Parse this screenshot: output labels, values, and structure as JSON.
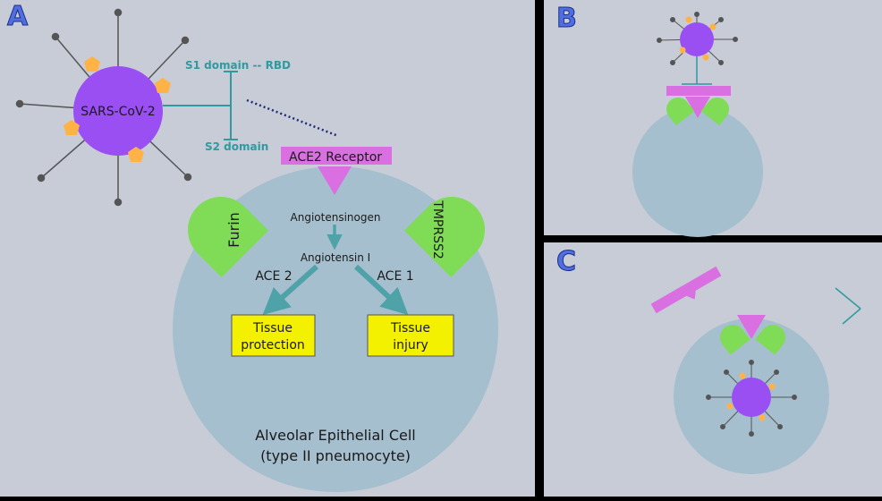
{
  "panels": {
    "a": {
      "letter": "A"
    },
    "b": {
      "letter": "B"
    },
    "c": {
      "letter": "C"
    }
  },
  "virus": {
    "label": "SARS-CoV-2"
  },
  "spike": {
    "s1_label": "S1 domain -- RBD",
    "s2_label": "S2 domain"
  },
  "receptor": {
    "label": "ACE2 Receptor"
  },
  "proteases": {
    "left": "Furin",
    "right": "TMPRSS2"
  },
  "pathway": {
    "angiotensinogen": "Angiotensinogen",
    "angiotensin1": "Angiotensin I",
    "ace2": "ACE 2",
    "ace1": "ACE 1",
    "protection_l1": "Tissue",
    "protection_l2": "protection",
    "injury_l1": "Tissue",
    "injury_l2": "injury"
  },
  "cell": {
    "line1": "Alveolar Epithelial Cell",
    "line2": "(type II pneumocyte)"
  },
  "colors": {
    "background": "#c7ccd6",
    "cell": "#a5bfcf",
    "virus": "#9a4ff2",
    "spike_tip": "#ffb347",
    "receptor": "#d96fe0",
    "protease": "#80db57",
    "arrow": "#4fa3a8",
    "spike_line": "#2f9a9f",
    "letter": "#4f6fe0",
    "outcome_box": "#f3f000"
  }
}
